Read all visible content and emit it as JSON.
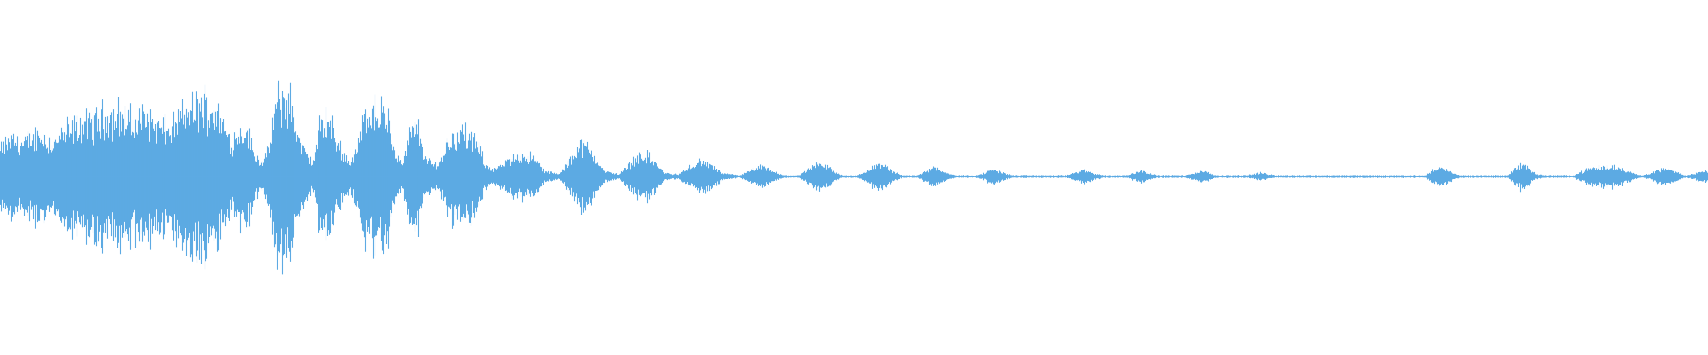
{
  "waveform": {
    "color": "#5DAAE3",
    "background": "#ffffff",
    "amplitude_profile": [
      0.22,
      0.28,
      0.3,
      0.26,
      0.31,
      0.35,
      0.33,
      0.26,
      0.32,
      0.38,
      0.4,
      0.44,
      0.42,
      0.46,
      0.5,
      0.48,
      0.52,
      0.47,
      0.44,
      0.5,
      0.46,
      0.42,
      0.4,
      0.37,
      0.48,
      0.52,
      0.56,
      0.6,
      0.58,
      0.54,
      0.4,
      0.28,
      0.36,
      0.4,
      0.18,
      0.12,
      0.2,
      0.62,
      0.66,
      0.6,
      0.3,
      0.18,
      0.12,
      0.44,
      0.48,
      0.3,
      0.18,
      0.12,
      0.26,
      0.54,
      0.58,
      0.52,
      0.44,
      0.18,
      0.12,
      0.36,
      0.4,
      0.14,
      0.1,
      0.12,
      0.3,
      0.34,
      0.36,
      0.32,
      0.26,
      0.1,
      0.06,
      0.08,
      0.12,
      0.16,
      0.18,
      0.16,
      0.12,
      0.04,
      0.03,
      0.02,
      0.1,
      0.2,
      0.26,
      0.22,
      0.14,
      0.04,
      0.03,
      0.02,
      0.08,
      0.14,
      0.18,
      0.16,
      0.1,
      0.03,
      0.02,
      0.02,
      0.06,
      0.1,
      0.12,
      0.1,
      0.06,
      0.02,
      0.02,
      0.01,
      0.03,
      0.06,
      0.08,
      0.06,
      0.03,
      0.01,
      0.01,
      0.01,
      0.04,
      0.08,
      0.1,
      0.08,
      0.03,
      0.01,
      0.01,
      0.01,
      0.04,
      0.08,
      0.1,
      0.07,
      0.03,
      0.01,
      0.01,
      0.01,
      0.04,
      0.08,
      0.06,
      0.03,
      0.01,
      0.01,
      0.01,
      0.01,
      0.03,
      0.06,
      0.04,
      0.02,
      0.01,
      0.01,
      0.01,
      0.01,
      0.01,
      0.01,
      0.01,
      0.01,
      0.03,
      0.05,
      0.04,
      0.02,
      0.01,
      0.01,
      0.01,
      0.01,
      0.03,
      0.05,
      0.03,
      0.01,
      0.01,
      0.01,
      0.01,
      0.01,
      0.03,
      0.04,
      0.03,
      0.01,
      0.01,
      0.01,
      0.01,
      0.01,
      0.02,
      0.03,
      0.02,
      0.01,
      0.01,
      0.01,
      0.01,
      0.01,
      0.01,
      0.01,
      0.01,
      0.01,
      0.01,
      0.01,
      0.01,
      0.01,
      0.01,
      0.01,
      0.01,
      0.01,
      0.01,
      0.01,
      0.01,
      0.01,
      0.05,
      0.07,
      0.05,
      0.02,
      0.01,
      0.01,
      0.01,
      0.01,
      0.01,
      0.01,
      0.01,
      0.06,
      0.1,
      0.06,
      0.02,
      0.01,
      0.01,
      0.01,
      0.01,
      0.01,
      0.04,
      0.06,
      0.07,
      0.08,
      0.08,
      0.07,
      0.05,
      0.03,
      0.01,
      0.02,
      0.05,
      0.06,
      0.05,
      0.03,
      0.01,
      0.02,
      0.04,
      0.05
    ]
  }
}
